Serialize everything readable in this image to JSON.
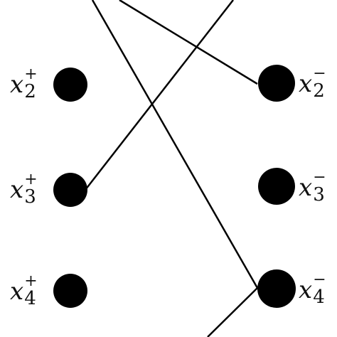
{
  "diagram": {
    "edge_color": "#000000",
    "node_color": "#000000",
    "nodes": [
      {
        "id": "xp2",
        "label": {
          "base": "x",
          "sup": "+",
          "sub": "2"
        }
      },
      {
        "id": "xp3",
        "label": {
          "base": "x",
          "sup": "+",
          "sub": "3"
        }
      },
      {
        "id": "xp4",
        "label": {
          "base": "x",
          "sup": "+",
          "sub": "4"
        }
      },
      {
        "id": "xm2",
        "label": {
          "base": "x",
          "sup": "−",
          "sub": "2"
        }
      },
      {
        "id": "xm3",
        "label": {
          "base": "x",
          "sup": "−",
          "sub": "3"
        }
      },
      {
        "id": "xm4",
        "label": {
          "base": "x",
          "sup": "−",
          "sub": "4"
        }
      }
    ],
    "edges": [
      {
        "from": "xp3",
        "to": "top-right-offscreen"
      },
      {
        "from": "top-left-offscreen-a",
        "to": "xm2"
      },
      {
        "from": "top-left-offscreen-b",
        "to": "xm4"
      },
      {
        "from": "xm4",
        "to": "bottom-offscreen"
      }
    ]
  }
}
